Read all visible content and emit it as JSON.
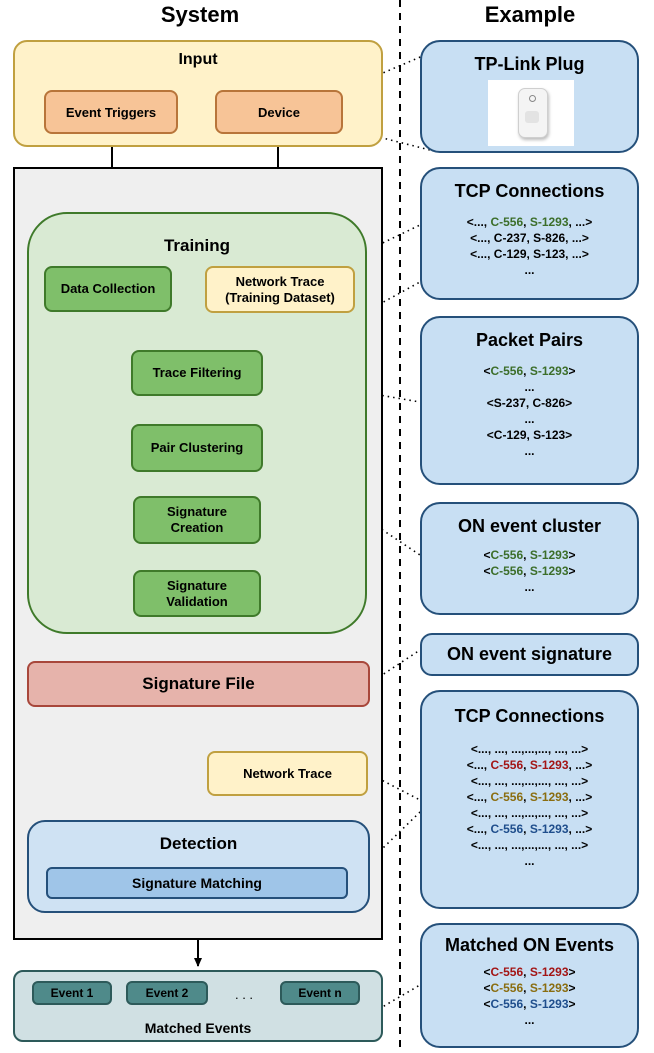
{
  "headers": {
    "system": "System",
    "example": "Example"
  },
  "input": {
    "title": "Input",
    "event_triggers": "Event Triggers",
    "device": "Device"
  },
  "training": {
    "title": "Training",
    "data_collection": "Data Collection",
    "network_trace_1": "Network Trace",
    "network_trace_2": "(Training Dataset)",
    "trace_filtering": "Trace Filtering",
    "pair_clustering": "Pair Clustering",
    "signature_creation_1": "Signature",
    "signature_creation_2": "Creation",
    "signature_validation_1": "Signature",
    "signature_validation_2": "Validation"
  },
  "signature_file": "Signature File",
  "network_trace": "Network Trace",
  "detection": {
    "title": "Detection",
    "signature_matching": "Signature Matching"
  },
  "matched": {
    "label": "Matched Events",
    "event1": "Event 1",
    "event2": "Event 2",
    "dots": ". . .",
    "eventn": "Event n"
  },
  "examples": {
    "plug_title": "TP-Link Plug",
    "tcp1_title": "TCP Connections",
    "tcp1_lines": [
      [
        [
          "<..., ",
          ""
        ],
        [
          "C-556",
          "g"
        ],
        [
          ", ",
          ""
        ],
        [
          "S-1293",
          "g"
        ],
        [
          ", ...>",
          ""
        ]
      ],
      [
        [
          "<..., C-237, S-826, ...>",
          ""
        ]
      ],
      [
        [
          "<..., C-129, S-123, ...>",
          ""
        ]
      ],
      [
        [
          "...",
          ""
        ]
      ]
    ],
    "pairs_title": "Packet Pairs",
    "pairs_lines": [
      [
        [
          "<",
          ""
        ],
        [
          "C-556",
          "g"
        ],
        [
          ", ",
          ""
        ],
        [
          "S-1293",
          "g"
        ],
        [
          ">",
          ""
        ]
      ],
      [
        [
          "...",
          ""
        ]
      ],
      [
        [
          "<S-237, C-826>",
          ""
        ]
      ],
      [
        [
          "...",
          ""
        ]
      ],
      [
        [
          "<C-129, S-123>",
          ""
        ]
      ],
      [
        [
          "...",
          ""
        ]
      ]
    ],
    "cluster_title": "ON event cluster",
    "cluster_lines": [
      [
        [
          "<",
          ""
        ],
        [
          "C-556",
          "g"
        ],
        [
          ", ",
          ""
        ],
        [
          "S-1293",
          "g"
        ],
        [
          ">",
          ""
        ]
      ],
      [
        [
          "<",
          ""
        ],
        [
          "C-556",
          "g"
        ],
        [
          ", ",
          ""
        ],
        [
          "S-1293",
          "g"
        ],
        [
          ">",
          ""
        ]
      ],
      [
        [
          "...",
          ""
        ]
      ]
    ],
    "signature_title": "ON event signature",
    "tcp2_title": "TCP Connections",
    "tcp2_lines": [
      [
        [
          "<..., ..., ...,...,..., ..., ...>",
          ""
        ]
      ],
      [
        [
          "<..., ",
          ""
        ],
        [
          "C-556",
          "r"
        ],
        [
          ", ",
          ""
        ],
        [
          "S-1293",
          "r"
        ],
        [
          ", ...>",
          ""
        ]
      ],
      [
        [
          "<..., ..., ...,...,..., ..., ...>",
          ""
        ]
      ],
      [
        [
          "<..., ",
          ""
        ],
        [
          "C-556",
          "y"
        ],
        [
          ", ",
          ""
        ],
        [
          "S-1293",
          "y"
        ],
        [
          ", ...>",
          ""
        ]
      ],
      [
        [
          "<..., ..., ...,...,..., ..., ...>",
          ""
        ]
      ],
      [
        [
          "<..., ",
          ""
        ],
        [
          "C-556",
          "b"
        ],
        [
          ", ",
          ""
        ],
        [
          "S-1293",
          "b"
        ],
        [
          ", ...>",
          ""
        ]
      ],
      [
        [
          "<..., ..., ...,...,..., ..., ...>",
          ""
        ]
      ],
      [
        [
          "...",
          ""
        ]
      ]
    ],
    "matched_title": "Matched ON Events",
    "matched_lines": [
      [
        [
          "<",
          ""
        ],
        [
          "C-556",
          "r"
        ],
        [
          ", ",
          ""
        ],
        [
          "S-1293",
          "r"
        ],
        [
          ">",
          ""
        ]
      ],
      [
        [
          "<",
          ""
        ],
        [
          "C-556",
          "y"
        ],
        [
          ", ",
          ""
        ],
        [
          "S-1293",
          "y"
        ],
        [
          ">",
          ""
        ]
      ],
      [
        [
          "<",
          ""
        ],
        [
          "C-556",
          "b"
        ],
        [
          ", ",
          ""
        ],
        [
          "S-1293",
          "b"
        ],
        [
          ">",
          ""
        ]
      ],
      [
        [
          "...",
          ""
        ]
      ]
    ]
  },
  "colors": {
    "green": "#3c6e2a",
    "red": "#a31515",
    "yellow": "#8a6d10",
    "blue": "#1f4e8c"
  }
}
